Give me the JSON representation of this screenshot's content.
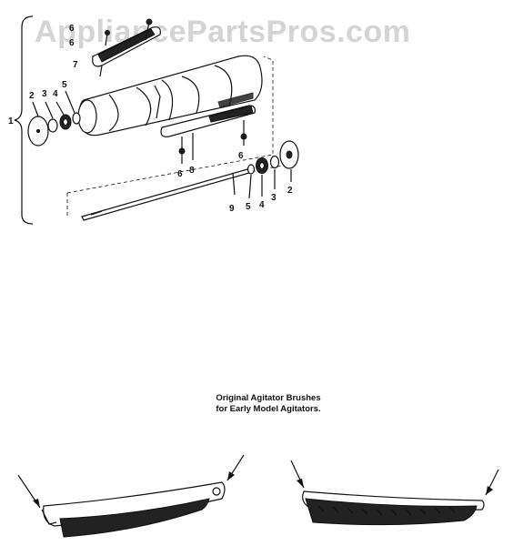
{
  "watermark": "AppliancePartsPros.com",
  "callouts": {
    "assembly": "1",
    "left_end_cap": "2",
    "left_washer": "3",
    "left_bearing": "4",
    "left_retainer": "5",
    "brush_screw_top_a": "6",
    "brush_screw_top_b": "6",
    "top_brush": "7",
    "screw_lower_left": "6",
    "bottom_brush": "8",
    "screw_lower_right": "6",
    "shaft": "9",
    "right_retainer": "5",
    "right_bearing": "4",
    "right_washer": "3",
    "right_end_cap": "2"
  },
  "caption": {
    "line1": "Original Agitator Brushes",
    "line2": "for Early Model Agitators."
  }
}
